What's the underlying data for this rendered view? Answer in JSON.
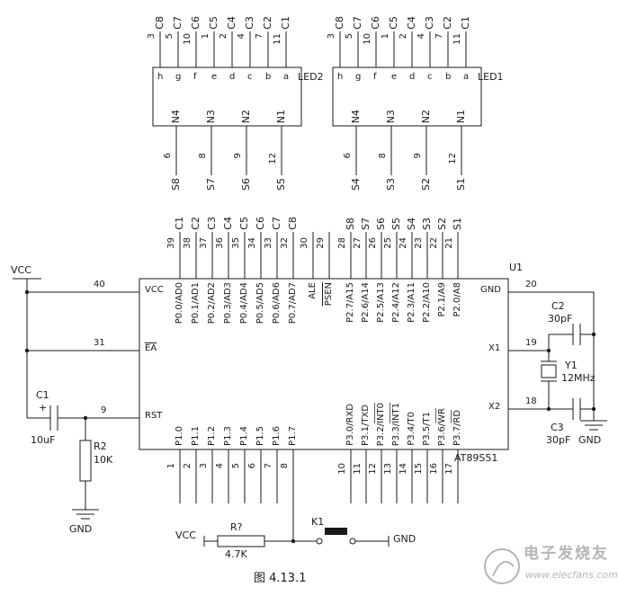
{
  "colors": {
    "line": "#1a1a1a",
    "watermark": "#b5b5b5"
  },
  "figure": {
    "caption": "图 4.13.1"
  },
  "watermark": {
    "brand": "电子发烧友",
    "site": "www.elecfans.com"
  },
  "led2": {
    "label": "LED2",
    "seg_pins": [
      "h",
      "g",
      "f",
      "e",
      "d",
      "c",
      "b",
      "a"
    ],
    "seg_pin_numbers": [
      "3",
      "5",
      "10",
      "1",
      "2",
      "4",
      "7",
      "11"
    ],
    "seg_nets": [
      "C8",
      "C7",
      "C6",
      "C5",
      "C4",
      "C3",
      "C2",
      "C1"
    ],
    "digit_pins": [
      "N4",
      "N3",
      "N2",
      "N1"
    ],
    "digit_pin_numbers": [
      "6",
      "8",
      "9",
      "12"
    ],
    "digit_nets": [
      "S8",
      "S7",
      "S6",
      "S5"
    ]
  },
  "led1": {
    "label": "LED1",
    "seg_pins": [
      "h",
      "g",
      "f",
      "e",
      "d",
      "c",
      "b",
      "a"
    ],
    "seg_pin_numbers": [
      "3",
      "5",
      "10",
      "1",
      "2",
      "4",
      "7",
      "11"
    ],
    "seg_nets": [
      "C8",
      "C7",
      "C6",
      "C5",
      "C4",
      "C3",
      "C2",
      "C1"
    ],
    "digit_pins": [
      "N4",
      "N3",
      "N2",
      "N1"
    ],
    "digit_pin_numbers": [
      "6",
      "8",
      "9",
      "12"
    ],
    "digit_nets": [
      "S4",
      "S3",
      "S2",
      "S1"
    ]
  },
  "u1": {
    "ref": "U1",
    "part": "AT89S51",
    "left_pin_numbers": [
      "40",
      "31",
      "9"
    ],
    "left_pin_names": [
      "VCC",
      "EA",
      "RST"
    ],
    "right_pin_numbers": [
      "20",
      "19",
      "18"
    ],
    "right_pin_names": [
      "GND",
      "X1",
      "X2"
    ],
    "p0_labels": [
      "P0.0/AD0",
      "P0.1/AD1",
      "P0.2/AD2",
      "P0.3/AD3",
      "P0.4/AD4",
      "P0.5/AD5",
      "P0.6/AD6",
      "P0.7/AD7"
    ],
    "p0_numbers": [
      "39",
      "38",
      "37",
      "36",
      "35",
      "34",
      "33",
      "32"
    ],
    "p0_nets": [
      "C1",
      "C2",
      "C3",
      "C4",
      "C5",
      "C6",
      "C7",
      "C8"
    ],
    "ctrl_labels": [
      "ALE",
      {
        "t": "",
        "o": "PSEN"
      }
    ],
    "ctrl_numbers": [
      "30",
      "29"
    ],
    "p2_labels": [
      "P2.7/A15",
      "P2.6/A14",
      "P2.5/A13",
      "P2.4/A12",
      "P2.3/A11",
      "P2.2/A10",
      "P2.1/A9",
      "P2.0/A8"
    ],
    "p2_numbers": [
      "28",
      "27",
      "26",
      "25",
      "24",
      "23",
      "22",
      "21"
    ],
    "p2_nets": [
      "S8",
      "S7",
      "S6",
      "S5",
      "S4",
      "S3",
      "S2",
      "S1"
    ],
    "p1_labels": [
      "P1.0",
      "P1.1",
      "P1.2",
      "P1.3",
      "P1.4",
      "P1.5",
      "P1.6",
      "P1.7"
    ],
    "p1_numbers": [
      "1",
      "2",
      "3",
      "4",
      "5",
      "6",
      "7",
      "8"
    ],
    "p3_labels": [
      "P3.0/RXD",
      "P3.1/TXD",
      {
        "t": "P3.2/",
        "o": "INT0"
      },
      {
        "t": "P3.3/",
        "o": "INT1"
      },
      "P3.4/T0",
      "P3.5/T1",
      {
        "t": "P3.6/",
        "o": "WR"
      },
      {
        "t": "P3.7/",
        "o": "RD"
      }
    ],
    "p3_numbers": [
      "10",
      "11",
      "12",
      "13",
      "14",
      "15",
      "16",
      "17"
    ]
  },
  "reset": {
    "vcc": "VCC",
    "c1": "C1",
    "polarity": "+",
    "c1_value": "10uF",
    "r2": "R2",
    "r2_value": "10K",
    "gnd": "GND"
  },
  "osc": {
    "c2": "C2",
    "c2_value": "30pF",
    "y1": "Y1",
    "y1_value": "12MHz",
    "c3": "C3",
    "c3_value": "30pF",
    "gnd": "GND"
  },
  "key": {
    "vcc": "VCC",
    "r": "R?",
    "r_value": "4.7K",
    "k": "K1",
    "gnd": "GND"
  }
}
